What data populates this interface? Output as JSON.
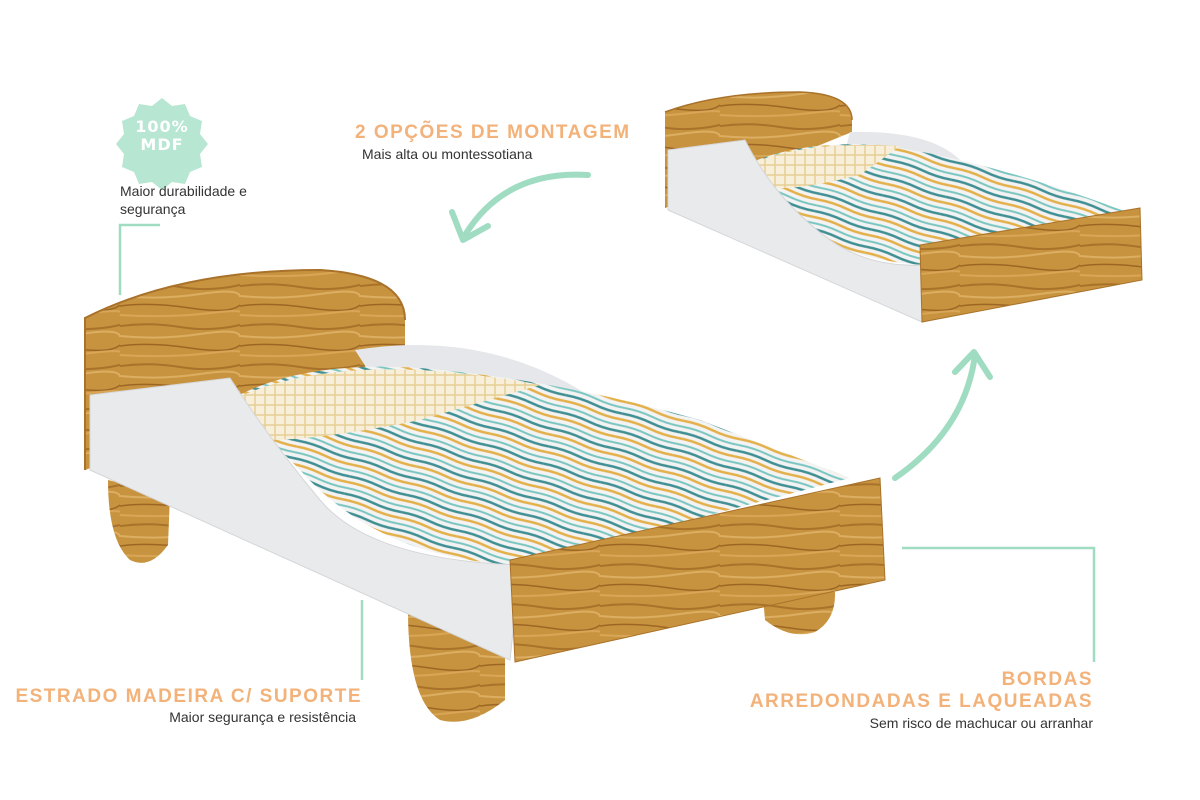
{
  "colors": {
    "accent_orange": "#f2b27a",
    "mint": "#9fdcc2",
    "badge": "#b7e6d2",
    "wood": "#c8933e",
    "white_panel": "#e9eaec",
    "text": "#333333"
  },
  "badge": {
    "line1": "100%",
    "line2": "MDF",
    "caption_line1": "Maior durabilidade e",
    "caption_line2": "segurança"
  },
  "assembly": {
    "heading": "2 OPÇÕES DE MONTAGEM",
    "subtext": "Mais alta ou montessotiana"
  },
  "frame": {
    "heading": "ESTRADO MADEIRA C/ SUPORTE",
    "subtext": "Maior segurança e resistência"
  },
  "edges": {
    "heading_line1": "BORDAS",
    "heading_line2": "ARREDONDADAS E LAQUEADAS",
    "subtext": "Sem risco de machucar ou arranhar"
  },
  "images": {
    "bed_high": "bed-with-legs-image",
    "bed_low": "montessori-floor-bed-image"
  }
}
